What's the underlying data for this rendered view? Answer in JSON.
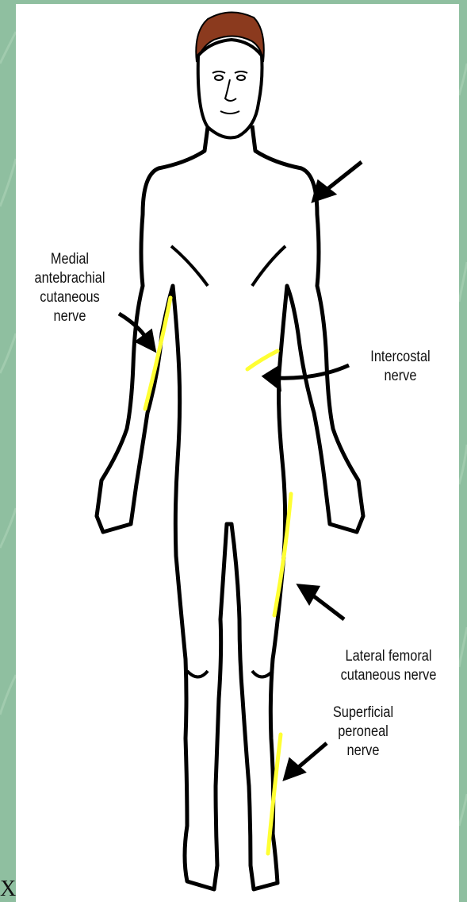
{
  "colors": {
    "background_green": "#8fbfa0",
    "panel": "#ffffff",
    "outline": "#000000",
    "nerve_highlight": "#ffff33",
    "hair": "#8b3a1e"
  },
  "labels": {
    "medial_antebrachial": [
      "Medial",
      "antebrachial",
      "cutaneous",
      "nerve"
    ],
    "intercostal": [
      "Intercostal",
      "nerve"
    ],
    "lateral_femoral": [
      "Lateral femoral",
      "cutaneous nerve"
    ],
    "superficial_peroneal": [
      "Superficial",
      "peroneal",
      "nerve"
    ]
  },
  "footer": {
    "text": "X"
  }
}
